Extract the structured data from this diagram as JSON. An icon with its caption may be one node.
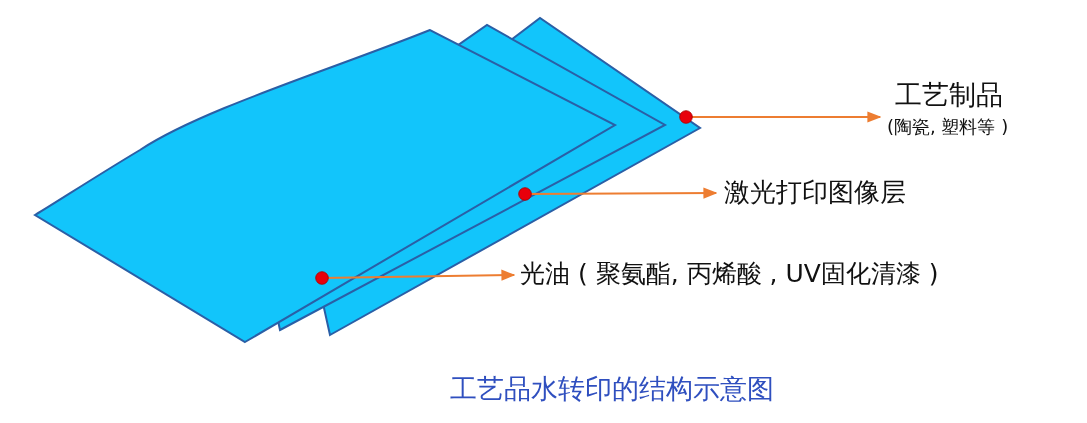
{
  "diagram": {
    "caption": "工艺品水转印的结构示意图",
    "nodes": [
      {
        "text": [],
        "shape": "box"
      },
      {
        "text": [],
        "shape": "box"
      },
      {
        "text": [],
        "shape": "box"
      },
      {
        "text": [
          "工艺制品",
          "(陶瓷, 塑料等 )"
        ]
      },
      {
        "text": [
          "激光打印图像层"
        ]
      },
      {
        "text": [
          "光油 ( 聚氨酯, 丙烯酸 , UV固化清漆 )"
        ]
      }
    ],
    "edges": [
      {
        "from": 2,
        "to": 3,
        "arrow": "to"
      },
      {
        "from": 1,
        "to": 4,
        "arrow": "to"
      },
      {
        "from": 0,
        "to": 5,
        "arrow": "to"
      }
    ]
  }
}
